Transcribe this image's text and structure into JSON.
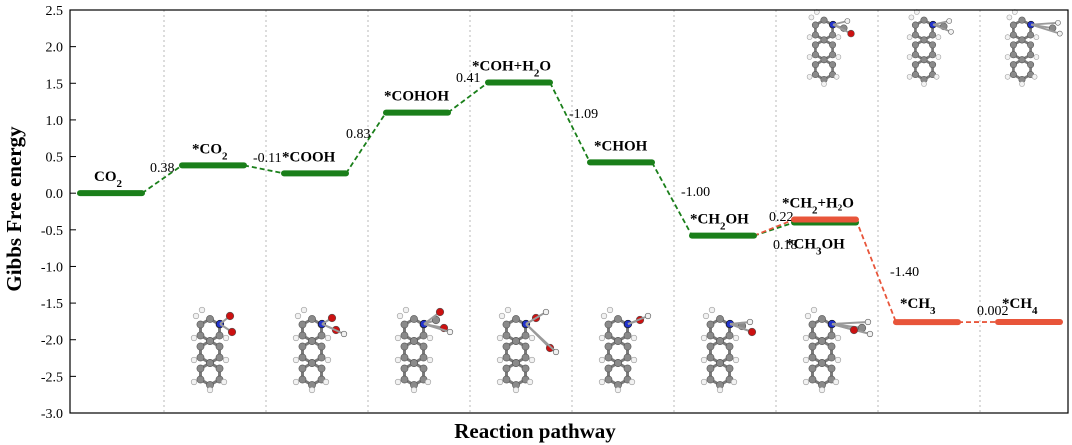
{
  "chart_data": {
    "type": "line",
    "title": "",
    "xlabel": "Reaction pathway",
    "ylabel": "Gibbs Free energy",
    "ylim": [
      -3.0,
      2.5
    ],
    "yticks": [
      "2.5",
      "2.0",
      "1.5",
      "1.0",
      "0.5",
      "0.0",
      "-0.5",
      "-1.0",
      "-1.5",
      "-2.0",
      "-2.5",
      "-3.0"
    ],
    "grid": "vertical dotted separators",
    "levels": [
      {
        "slot": 0,
        "label": "CO",
        "sub": "2",
        "label2": "",
        "energy": 0.0,
        "color": "#1a7f1a"
      },
      {
        "slot": 1,
        "label": "*CO",
        "sub": "2",
        "label2": "",
        "energy": 0.38,
        "color": "#1a7f1a"
      },
      {
        "slot": 2,
        "label": "*COOH",
        "sub": "",
        "label2": "",
        "energy": 0.27,
        "color": "#1a7f1a"
      },
      {
        "slot": 3,
        "label": "*COHOH",
        "sub": "",
        "label2": "",
        "energy": 1.1,
        "color": "#1a7f1a"
      },
      {
        "slot": 4,
        "label": "*COH+H",
        "sub": "2",
        "label2": "O",
        "energy": 1.51,
        "color": "#1a7f1a"
      },
      {
        "slot": 5,
        "label": "*CHOH",
        "sub": "",
        "label2": "",
        "energy": 0.42,
        "color": "#1a7f1a"
      },
      {
        "slot": 6,
        "label": "*CH",
        "sub": "2",
        "label2": "OH",
        "energy": -0.58,
        "color": "#1a7f1a"
      },
      {
        "slot": 7,
        "label": "*CH",
        "sub": "3",
        "label2": "OH",
        "energy": -0.4,
        "color": "#1a7f1a"
      },
      {
        "slot": 7,
        "label": "*CH",
        "sub": "2",
        "label2": "+H₂O",
        "energy": -0.36,
        "color": "#e8553a"
      },
      {
        "slot": 8,
        "label": "*CH",
        "sub": "3",
        "label2": "",
        "energy": -1.76,
        "color": "#e8553a"
      },
      {
        "slot": 9,
        "label": "*CH",
        "sub": "4",
        "label2": "",
        "energy": -1.758,
        "color": "#e8553a"
      }
    ],
    "steps": [
      {
        "from": 0,
        "to": 1,
        "dG": "0.38",
        "color": "#1a7f1a"
      },
      {
        "from": 1,
        "to": 2,
        "dG": "-0.11",
        "color": "#1a7f1a"
      },
      {
        "from": 2,
        "to": 3,
        "dG": "0.83",
        "color": "#1a7f1a"
      },
      {
        "from": 3,
        "to": 4,
        "dG": "0.41",
        "color": "#1a7f1a"
      },
      {
        "from": 4,
        "to": 5,
        "dG": "-1.09",
        "color": "#1a7f1a"
      },
      {
        "from": 5,
        "to": 6,
        "dG": "-1.00",
        "color": "#1a7f1a"
      },
      {
        "from": 6,
        "to": 7,
        "dG": "0.18",
        "color": "#1a7f1a"
      },
      {
        "from": 6,
        "to": 8,
        "dG": "0.22",
        "color": "#e8553a"
      },
      {
        "from": 8,
        "to": 9,
        "dG": "-1.40",
        "color": "#e8553a"
      },
      {
        "from": 9,
        "to": 10,
        "dG": "0.002",
        "color": "#e8553a"
      }
    ]
  },
  "colors": {
    "pathway_green": "#1a7f1a",
    "pathway_red": "#e8553a",
    "carbon_atom": "#8a8a8a",
    "nitrogen_atom": "#2233cc",
    "oxygen_atom": "#cc1111",
    "hydrogen_atom": "#f2f2f2"
  }
}
